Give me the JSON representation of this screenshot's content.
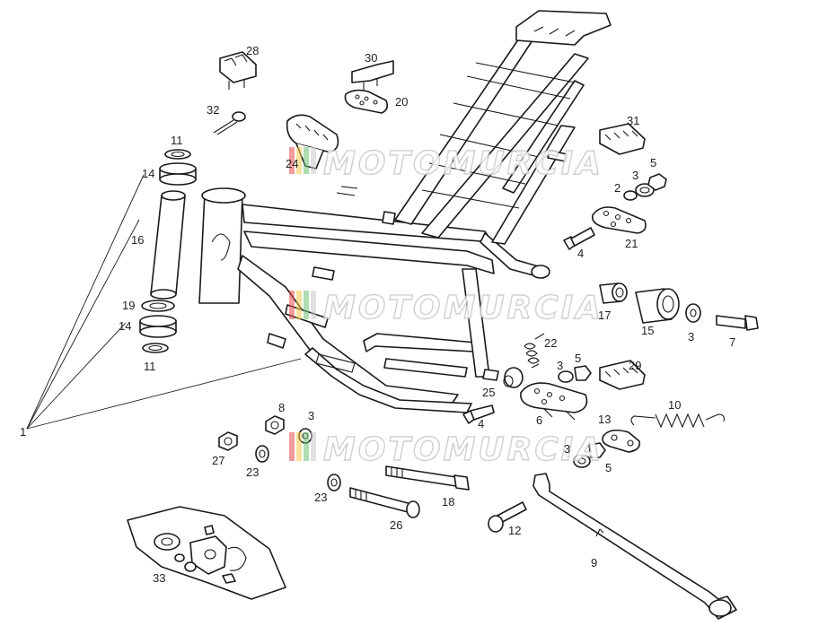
{
  "diagram": {
    "labels": {
      "p1": "1",
      "p2": "2",
      "p3a": "3",
      "p3b": "3",
      "p3c": "3",
      "p3d": "3",
      "p3e": "3",
      "p4a": "4",
      "p4b": "4",
      "p5a": "5",
      "p5b": "5",
      "p5c": "5",
      "p6": "6",
      "p7": "7",
      "p8": "8",
      "p9": "9",
      "p10": "10",
      "p11a": "11",
      "p11b": "11",
      "p12": "12",
      "p13": "13",
      "p14a": "14",
      "p14b": "14",
      "p15": "15",
      "p16": "16",
      "p17": "17",
      "p18": "18",
      "p19": "19",
      "p20": "20",
      "p21": "21",
      "p22": "22",
      "p23a": "23",
      "p23b": "23",
      "p24": "24",
      "p25": "25",
      "p26": "26",
      "p27": "27",
      "p28": "28",
      "p29": "29",
      "p30": "30",
      "p31": "31",
      "p32": "32",
      "p33": "33"
    },
    "watermark": "MOTOMURCIA",
    "colors": {
      "line": "#1a1a1a",
      "watermark_stroke": "#c8c8c8",
      "logo_red": "#e84a4a",
      "logo_yellow": "#f2c94c",
      "logo_green": "#6fbf73"
    }
  }
}
